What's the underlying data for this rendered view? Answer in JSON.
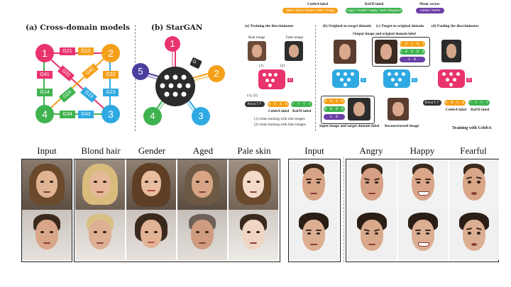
{
  "panels": {
    "a_title": "(a) Cross-domain models",
    "b_title": "(b) StarGAN"
  },
  "cross_domain": {
    "nodes": [
      {
        "label": "1",
        "color": "#e8336d"
      },
      {
        "label": "2",
        "color": "#f5a01a"
      },
      {
        "label": "3",
        "color": "#2fa9e1"
      },
      {
        "label": "4",
        "color": "#3fb34f"
      }
    ],
    "edges": [
      "G21",
      "G12",
      "G41",
      "G31",
      "G42",
      "G32",
      "G14",
      "G24",
      "G13",
      "G23",
      "G34",
      "G43"
    ]
  },
  "stargan": {
    "nodes": [
      {
        "label": "1",
        "color": "#e8336d"
      },
      {
        "label": "2",
        "color": "#f5a01a"
      },
      {
        "label": "3",
        "color": "#2fa9e1"
      },
      {
        "label": "4",
        "color": "#3fb34f"
      },
      {
        "label": "5",
        "color": "#4b3f9e"
      }
    ],
    "generator_label": "G"
  },
  "legend": {
    "celeba_label_title": "CelebA label",
    "celeba_label_value": "Black / Blond / Brown / Male / Young",
    "rafd_label_title": "RaFD label",
    "rafd_label_value": "Angry / Fearful / Happy / Sad / Disgusted",
    "mask_title": "Mask vector",
    "mask_value": "CelebA / RaFD",
    "colors": {
      "celeba": "#f5a01a",
      "rafd": "#3fb34f",
      "mask": "#6a3fa6"
    }
  },
  "training": {
    "step_a": "(a) Training the discriminator",
    "step_b": "(b) Original-to-target domain",
    "step_c": "(c) Target-to-original domain",
    "step_d": "(d) Fooling the discriminator",
    "real_image": "Real image",
    "fake_image": "Fake image",
    "output_label": "Output image and original domain label",
    "input_label": "Input image and target domain label",
    "reconstructed": "Reconstructed image",
    "d_label": "D",
    "g_label": "G",
    "real_q": "Real?",
    "celeba_lbl": "CelebA label",
    "rafd_lbl": "RaFD label",
    "note1": "(1) when training with real images",
    "note2": "(2) when training with fake images",
    "marks": [
      "(1)",
      "(2)",
      "(1), (2)",
      "(1)"
    ],
    "footer": "Training with CelebA",
    "vec_a": "0 0 1 0 1",
    "vec_b": "? ? ? ? ?",
    "vec_c": "0 0 0 0 0",
    "vec_d": "1   0"
  },
  "results": {
    "celeba_headers": [
      "Input",
      "Blond hair",
      "Gender",
      "Aged",
      "Pale skin"
    ],
    "rafd_headers": [
      "Input",
      "Angry",
      "Happy",
      "Fearful"
    ]
  }
}
